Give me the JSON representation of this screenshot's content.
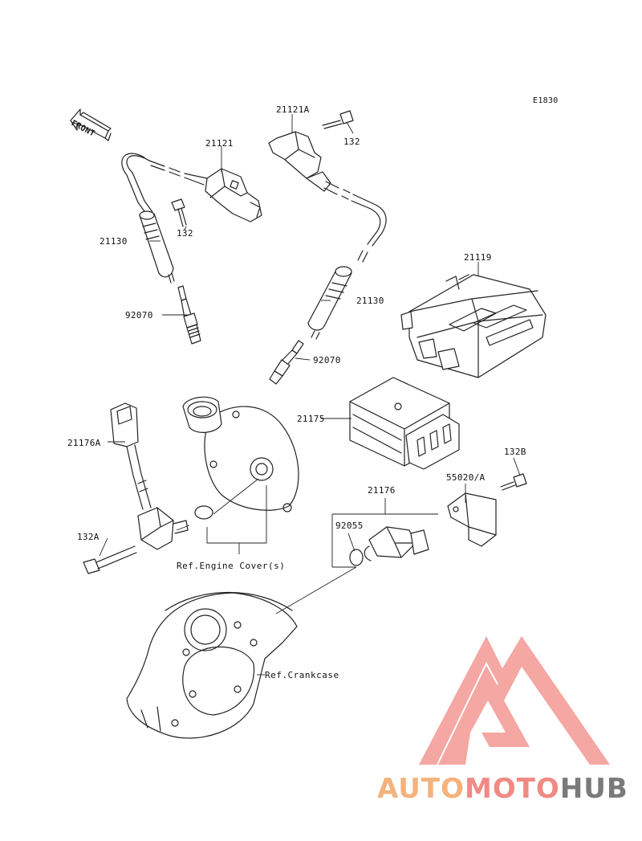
{
  "diagram_id": "E1830",
  "front_label": "FRONT",
  "parts": {
    "p21121": "21121",
    "p21121A": "21121A",
    "p132_top": "132",
    "p132_left": "132",
    "p21130_left": "21130",
    "p21130_right": "21130",
    "p92070_left": "92070",
    "p92070_right": "92070",
    "p21119": "21119",
    "p21175": "21175",
    "p21176A": "21176A",
    "p21176": "21176",
    "p92055": "92055",
    "p55020A": "55020/A",
    "p132B": "132B",
    "p132A": "132A"
  },
  "refs": {
    "engine_cover": "Ref.Engine Cover(s)",
    "crankcase": "Ref.Crankcase"
  },
  "watermark": {
    "part1": "AUTO",
    "part2": "MOTO",
    "part3": "HUB",
    "colors": {
      "orange": "#f4b27c",
      "salmon": "#f08a84",
      "gray": "#7a7a7a"
    }
  }
}
